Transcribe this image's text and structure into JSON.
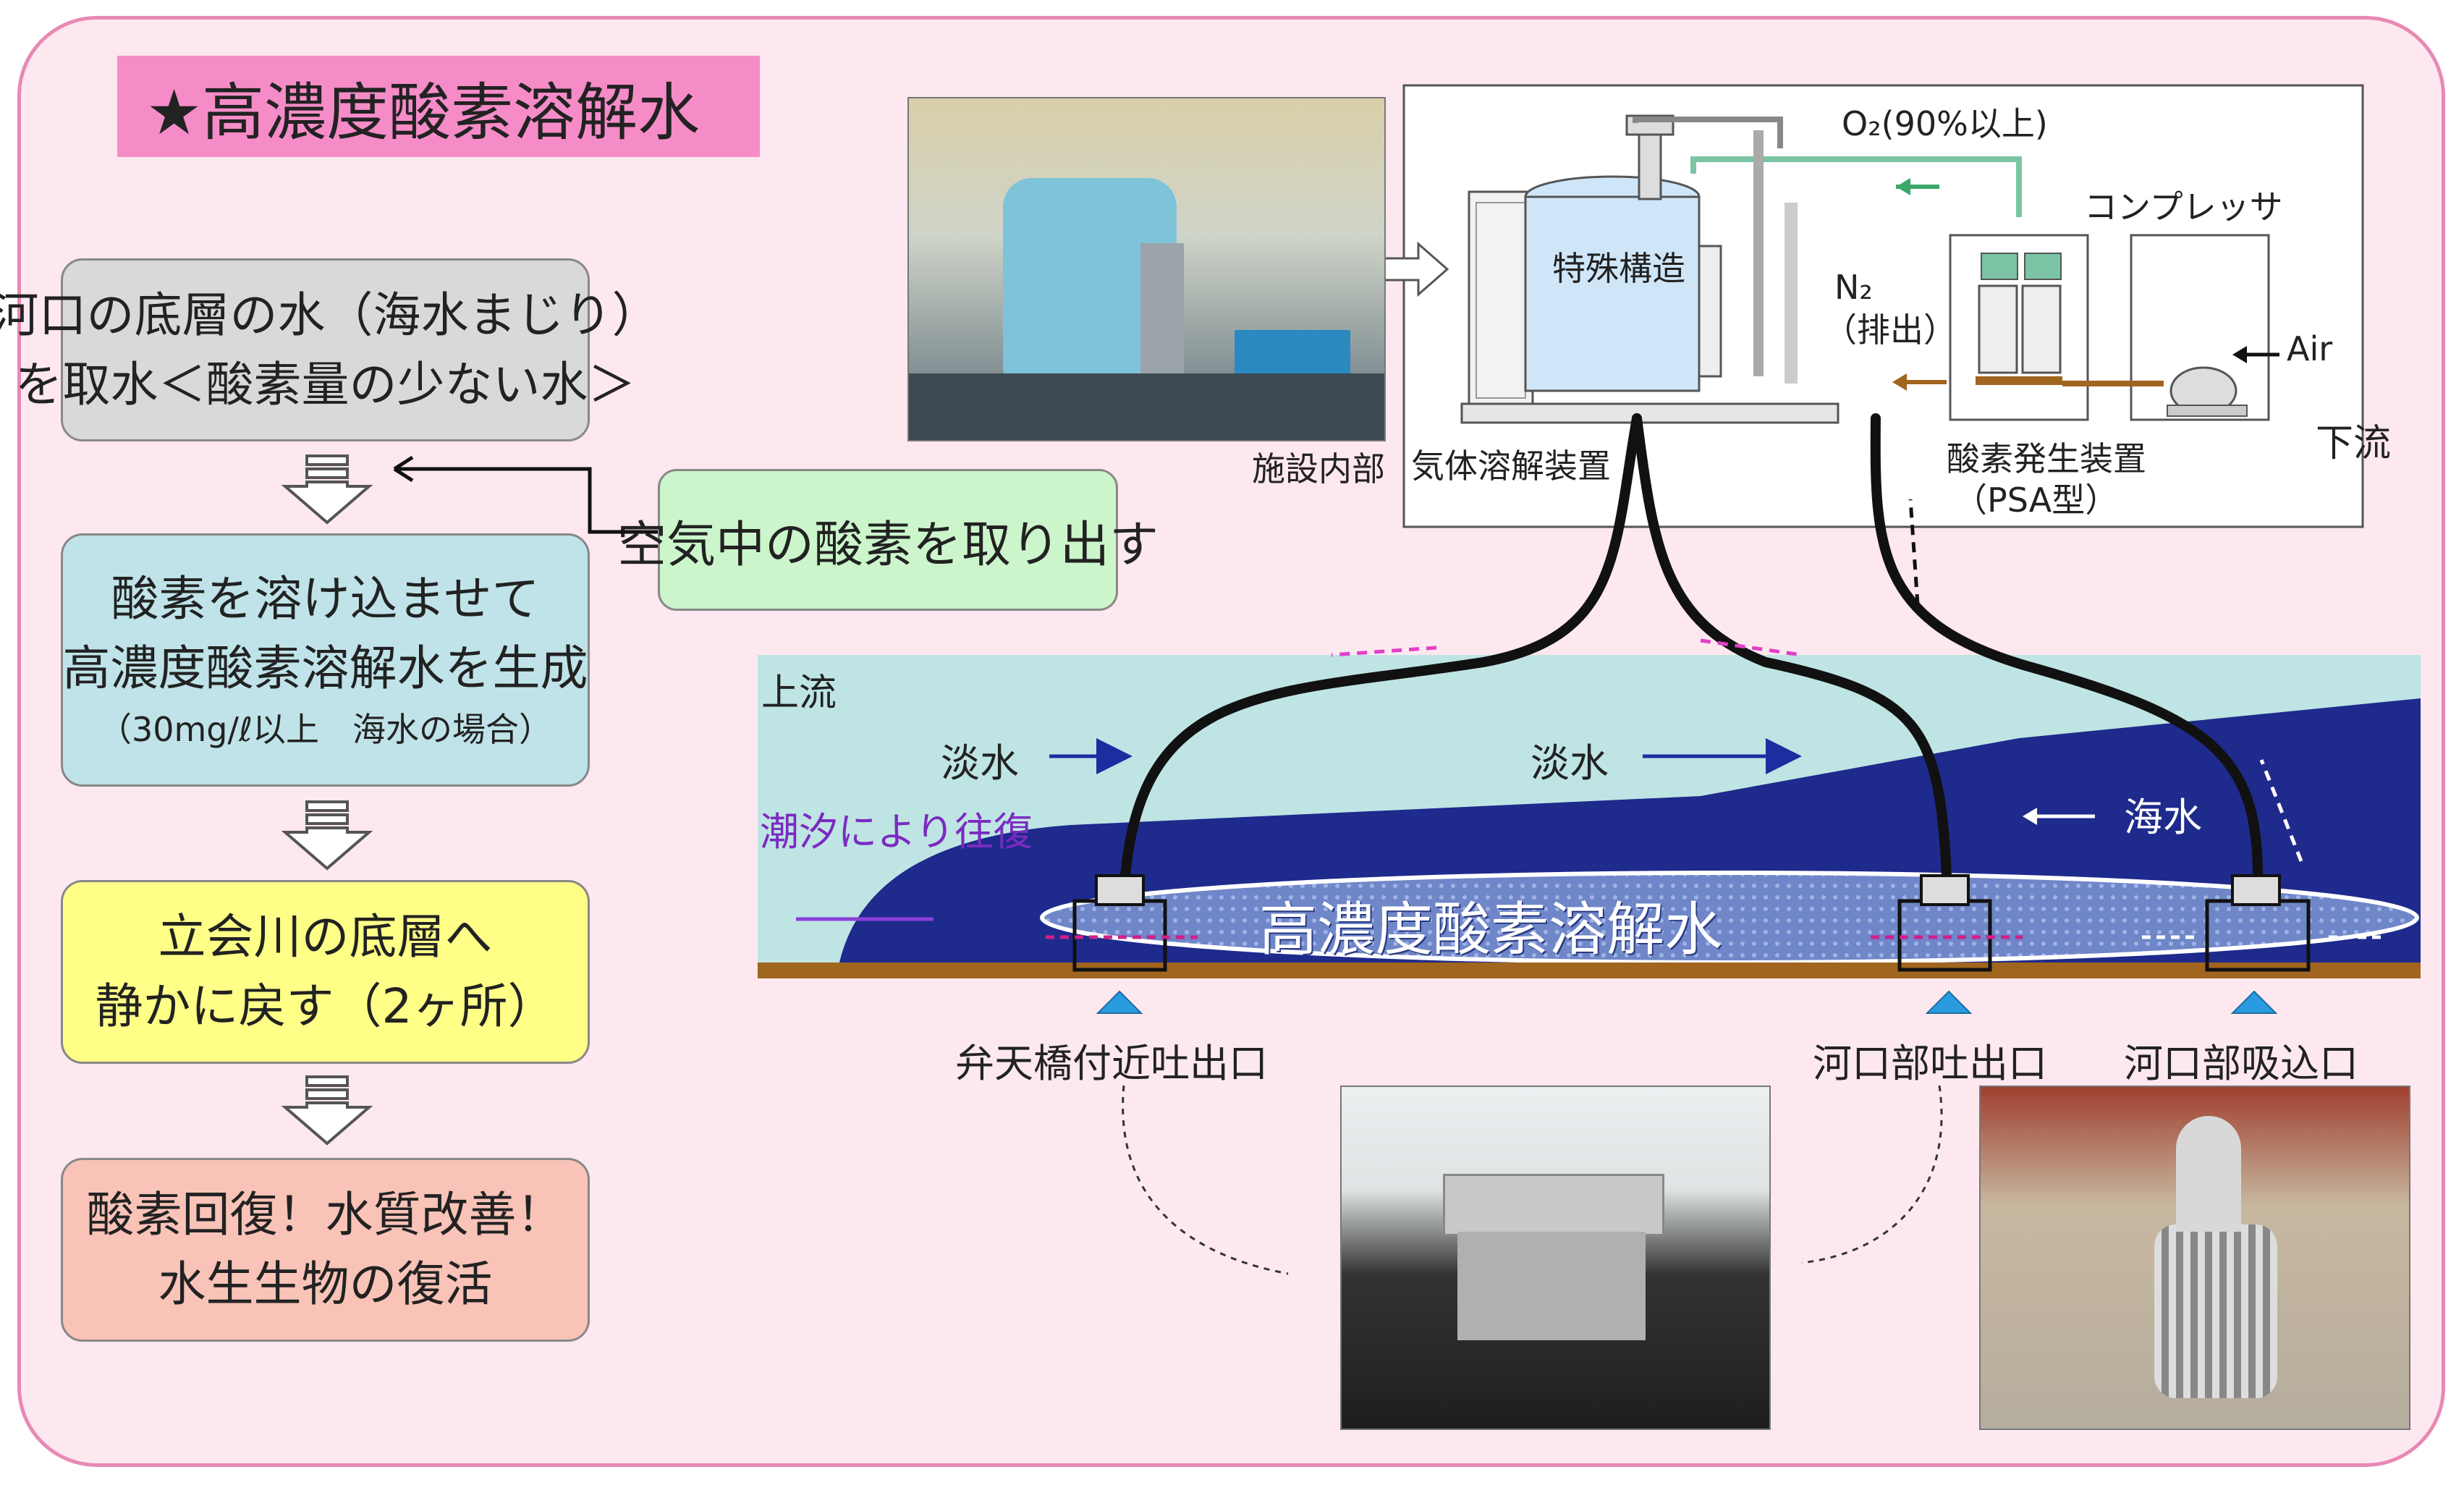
{
  "title": "★高濃度酸素溶解水",
  "flow": {
    "step1": {
      "line1": "河口の底層の水（海水まじり）",
      "line2": "を取水＜酸素量の少ない水＞"
    },
    "step2": {
      "line1": "酸素を溶け込ませて",
      "line2": "高濃度酸素溶解水を生成",
      "note": "（30mg/ℓ以上　海水の場合）"
    },
    "step3": {
      "line1": "立会川の底層へ",
      "line2": "静かに戻す（2ヶ所）"
    },
    "step4": {
      "line1": "酸素回復！水質改善！",
      "line2": "水生生物の復活"
    },
    "side_box": "空気中の酸素を取り出す"
  },
  "facility": {
    "photo_caption": "施設内部",
    "tank_label": "特殊構造",
    "o2_label": "O₂(90%以上)",
    "compressor_label": "コンプレッサ",
    "n2_label": "N₂",
    "n2_note": "（排出）",
    "air_label": "Air",
    "dissolver_label": "気体溶解装置",
    "generator_label": "酸素発生装置",
    "generator_type": "（PSA型）",
    "downstream_label": "下流"
  },
  "river": {
    "upstream_label": "上流",
    "freshwater_label_1": "淡水",
    "freshwater_label_2": "淡水",
    "seawater_label": "海水",
    "tide_label": "潮汐により往復",
    "plume_label": "高濃度酸素溶解水",
    "outlet_1": "弁天橋付近吐出口",
    "outlet_2": "河口部吐出口",
    "intake": "河口部吸込口"
  },
  "colors": {
    "panel_bg": "#fde8f0",
    "panel_border": "#e889b4",
    "title_bg": "#f58cc8",
    "freshwater": "#bfe4e4",
    "seawater": "#1e2a8c",
    "plume": "#6f86c8",
    "riverbed": "#a0651e",
    "tide_text": "#7a2bc0",
    "arrow_blue": "#1a2ea0",
    "marker": "#2a9be0"
  }
}
